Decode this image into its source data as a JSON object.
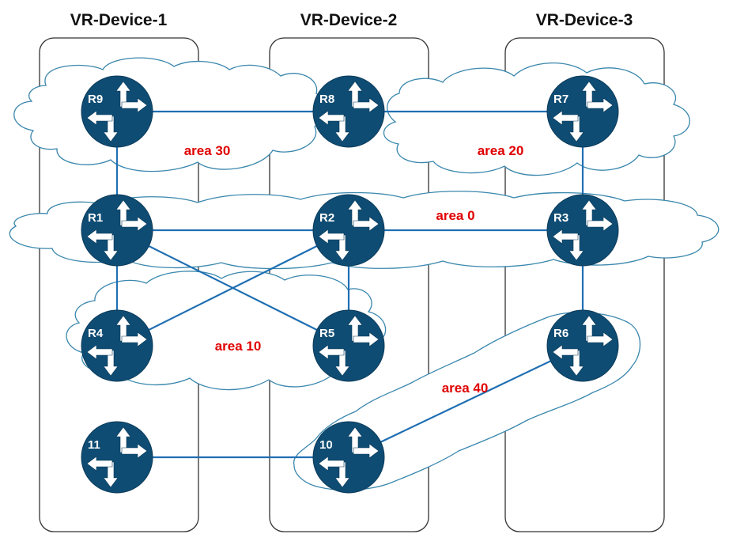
{
  "colors": {
    "router_fill": "#0f4c73",
    "link": "#1f6fb3",
    "cloud_stroke": "#3a87ad",
    "cloud_fill": "#ffffff",
    "area_label": "#e00000",
    "device_box": "#333333"
  },
  "devices": [
    {
      "id": "vr1",
      "title": "VR-Device-1"
    },
    {
      "id": "vr2",
      "title": "VR-Device-2"
    },
    {
      "id": "vr3",
      "title": "VR-Device-3"
    }
  ],
  "areas": [
    {
      "id": "a30",
      "label": "area 30"
    },
    {
      "id": "a20",
      "label": "area 20"
    },
    {
      "id": "a0",
      "label": "area 0"
    },
    {
      "id": "a10",
      "label": "area 10"
    },
    {
      "id": "a40",
      "label": "area 40"
    }
  ],
  "routers": [
    {
      "id": "R9",
      "label": "R9",
      "icon": "router-icon"
    },
    {
      "id": "R8",
      "label": "R8",
      "icon": "router-icon"
    },
    {
      "id": "R7",
      "label": "R7",
      "icon": "router-icon"
    },
    {
      "id": "R1",
      "label": "R1",
      "icon": "router-icon"
    },
    {
      "id": "R2",
      "label": "R2",
      "icon": "router-icon"
    },
    {
      "id": "R3",
      "label": "R3",
      "icon": "router-icon"
    },
    {
      "id": "R4",
      "label": "R4",
      "icon": "router-icon"
    },
    {
      "id": "R5",
      "label": "R5",
      "icon": "router-icon"
    },
    {
      "id": "R6",
      "label": "R6",
      "icon": "router-icon"
    },
    {
      "id": "R11",
      "label": "11",
      "icon": "router-icon"
    },
    {
      "id": "R10",
      "label": "10",
      "icon": "router-icon"
    }
  ],
  "links": [
    {
      "from": "R9",
      "to": "R8"
    },
    {
      "from": "R8",
      "to": "R7"
    },
    {
      "from": "R9",
      "to": "R1"
    },
    {
      "from": "R7",
      "to": "R3"
    },
    {
      "from": "R1",
      "to": "R2"
    },
    {
      "from": "R2",
      "to": "R3"
    },
    {
      "from": "R1",
      "to": "R4"
    },
    {
      "from": "R1",
      "to": "R5"
    },
    {
      "from": "R2",
      "to": "R4"
    },
    {
      "from": "R2",
      "to": "R5"
    },
    {
      "from": "R3",
      "to": "R6"
    },
    {
      "from": "R6",
      "to": "R10"
    },
    {
      "from": "R11",
      "to": "R10"
    }
  ]
}
